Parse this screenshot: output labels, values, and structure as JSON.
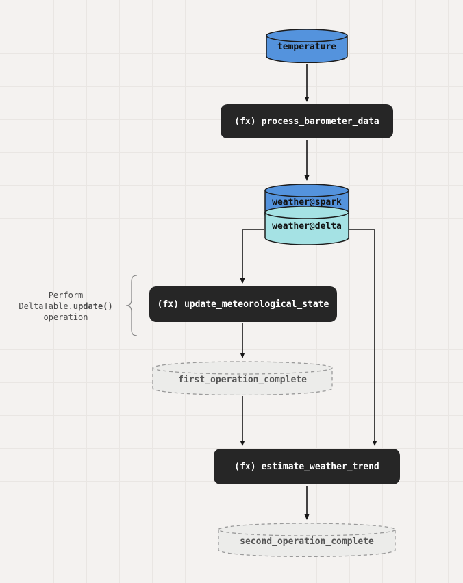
{
  "colors": {
    "background": "#f4f2f0",
    "grid_line": "#e9e6e3",
    "function_box": "#262626",
    "function_text": "#ffffff",
    "datastore_blue": "#5493dd",
    "datastore_teal": "#a5e2e4",
    "dashed_fill": "#ececea",
    "dashed_border": "#9a9a9a",
    "arrow": "#161616"
  },
  "nodes": {
    "temperature": {
      "label": "temperature"
    },
    "process_barometer_data": {
      "prefix": "(fx)",
      "name": "process_barometer_data"
    },
    "weather_spark": {
      "label": "weather@spark"
    },
    "weather_delta": {
      "label": "weather@delta"
    },
    "update_meteorological_state": {
      "prefix": "(fx)",
      "name": "update_meteorological_state"
    },
    "first_operation_complete": {
      "label": "first_operation_complete"
    },
    "estimate_weather_trend": {
      "prefix": "(fx)",
      "name": "estimate_weather_trend"
    },
    "second_operation_complete": {
      "label": "second_operation_complete"
    }
  },
  "annotation": {
    "line1": "Perform",
    "line2_prefix": "DeltaTable.",
    "line2_bold": "update()",
    "line3": "operation"
  }
}
